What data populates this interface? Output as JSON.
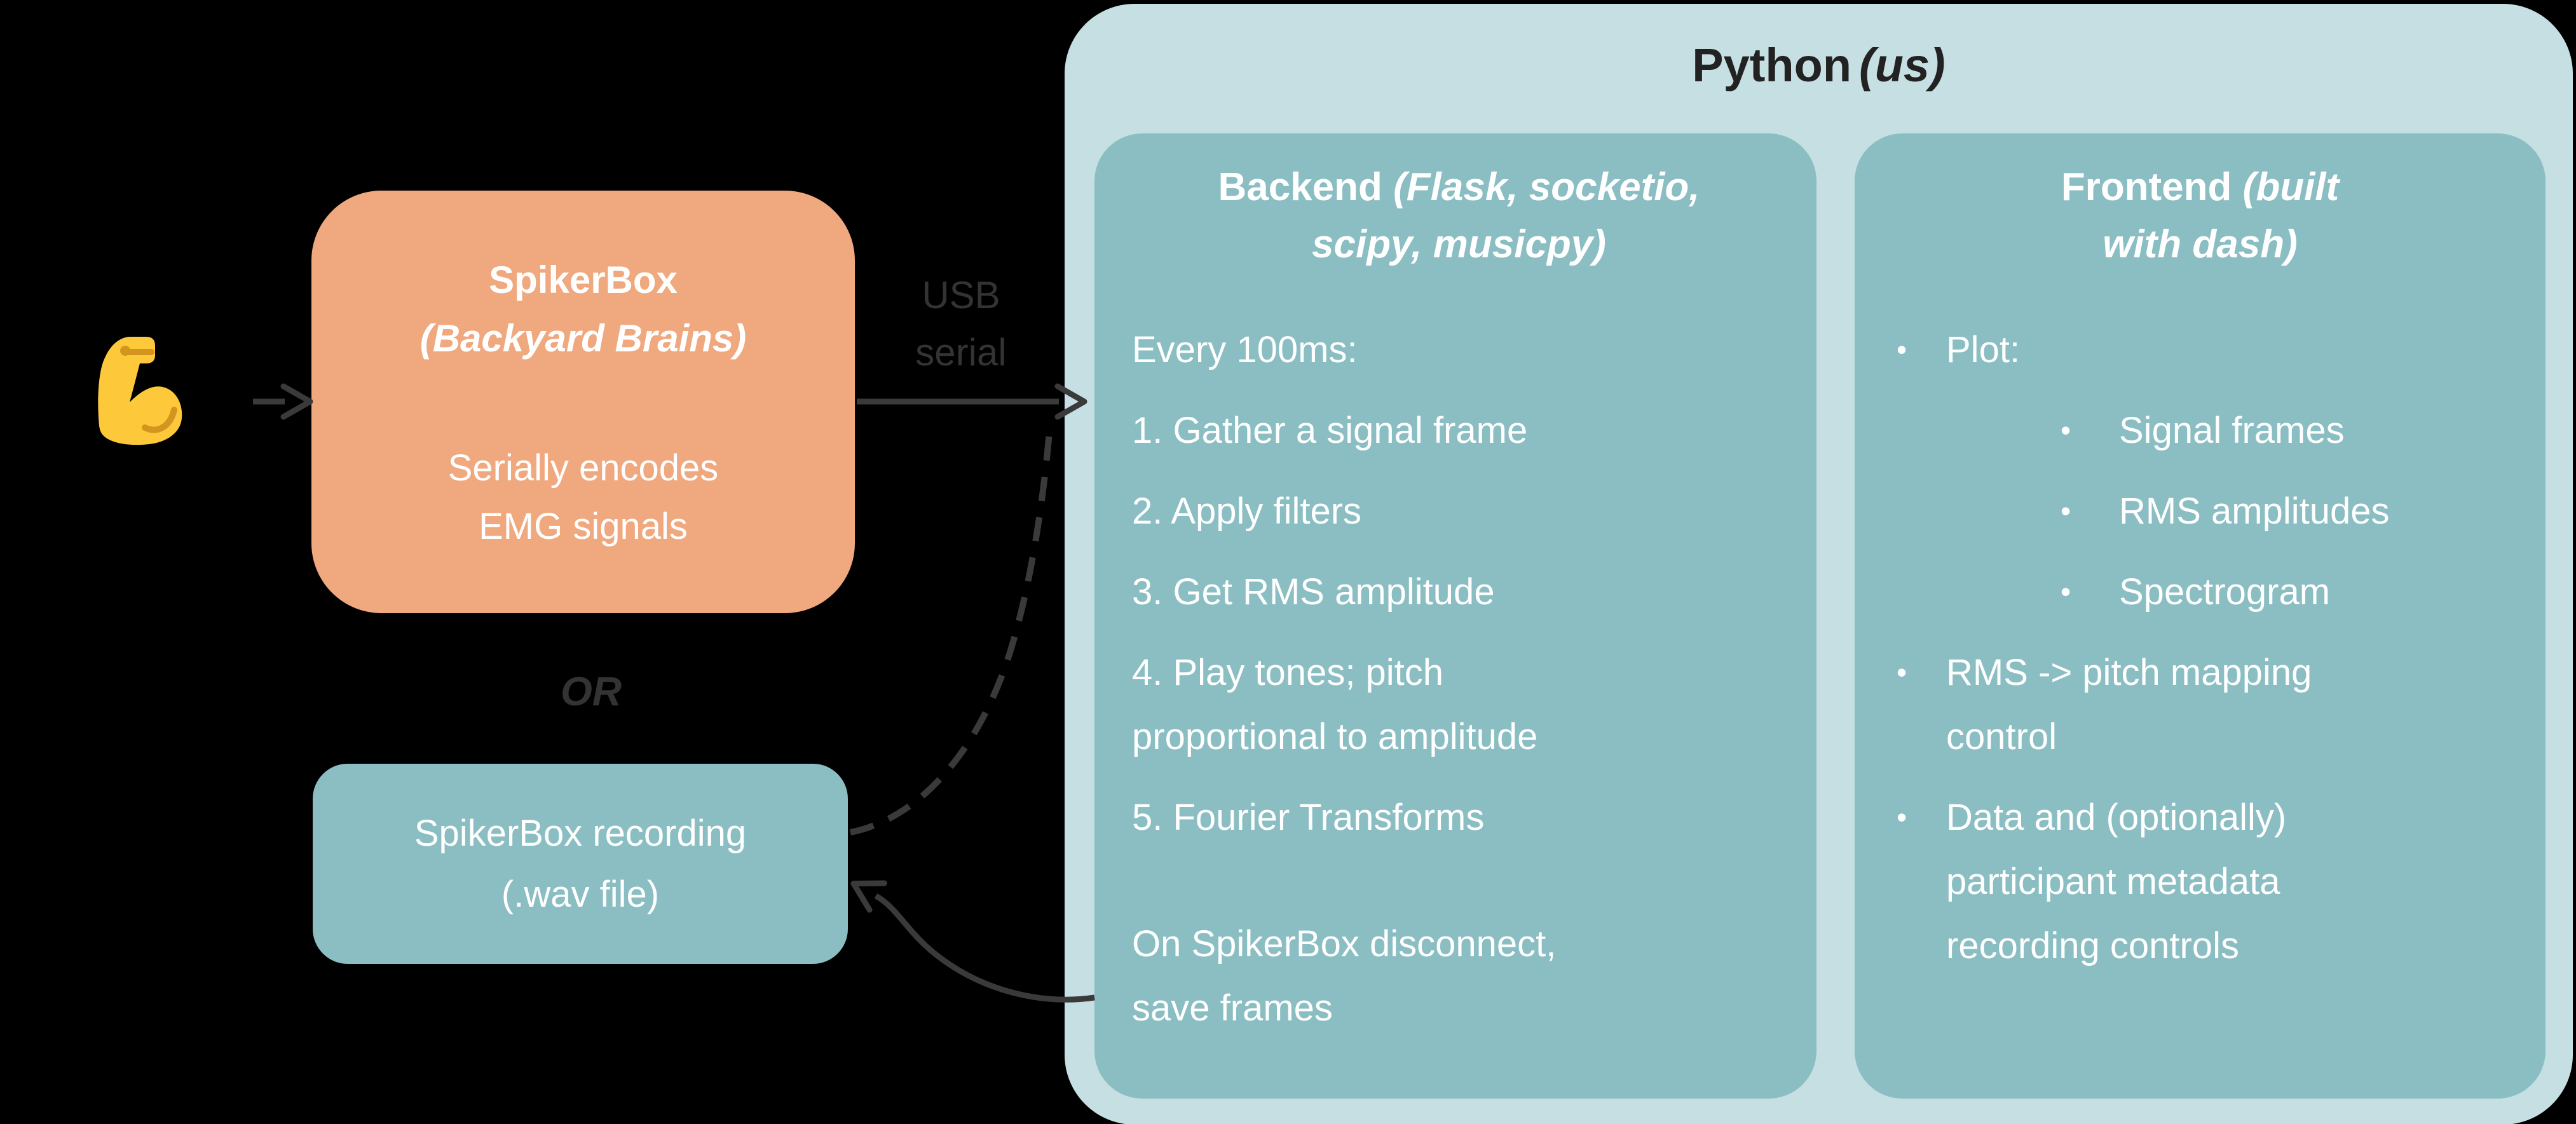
{
  "colors": {
    "bg": "#000000",
    "container": "#c5dfe2",
    "teal": "#8abec3",
    "orange": "#f0a87e",
    "white": "#ffffff",
    "ink": "#222222",
    "label": "#333333",
    "arrow": "#3a3a3a",
    "em-yellow": "#fdc93b",
    "em-accent": "#d4951f"
  },
  "header": {
    "title": "Python",
    "qualifier": "(us)"
  },
  "muscle_icon": "flexed-biceps-emoji",
  "spikerbox": {
    "title": "SpikerBox",
    "subtitle": "(Backyard Brains)",
    "body_line1": "Serially encodes",
    "body_line2": "EMG signals"
  },
  "usb": {
    "line1": "USB",
    "line2": "serial"
  },
  "or_label": "OR",
  "recording": {
    "line1": "SpikerBox recording",
    "line2": "(.wav file)"
  },
  "backend": {
    "title": "Backend",
    "qualifier_line1": "(Flask, socketio,",
    "qualifier_line2": "scipy, musicpy)",
    "intro": "Every 100ms:",
    "steps": [
      [
        "1. Gather a signal frame"
      ],
      [
        "2. Apply filters"
      ],
      [
        "3. Get RMS amplitude"
      ],
      [
        "4. Play tones; pitch",
        "proportional to amplitude"
      ],
      [
        "5. Fourier Transforms"
      ]
    ],
    "footer_line1": "On SpikerBox disconnect,",
    "footer_line2": "save frames"
  },
  "frontend": {
    "title": "Frontend",
    "qualifier_line1": "(built",
    "qualifier_line2": "with dash)",
    "bullet_char": "•",
    "bullets": [
      {
        "level": 1,
        "lines": [
          "Plot:"
        ]
      },
      {
        "level": 2,
        "lines": [
          "Signal frames"
        ]
      },
      {
        "level": 2,
        "lines": [
          "RMS amplitudes"
        ]
      },
      {
        "level": 2,
        "lines": [
          "Spectrogram"
        ]
      },
      {
        "level": 1,
        "lines": [
          "RMS -> pitch mapping",
          "control"
        ]
      },
      {
        "level": 1,
        "lines": [
          "Data and (optionally)",
          "participant metadata",
          "recording controls"
        ]
      }
    ]
  }
}
